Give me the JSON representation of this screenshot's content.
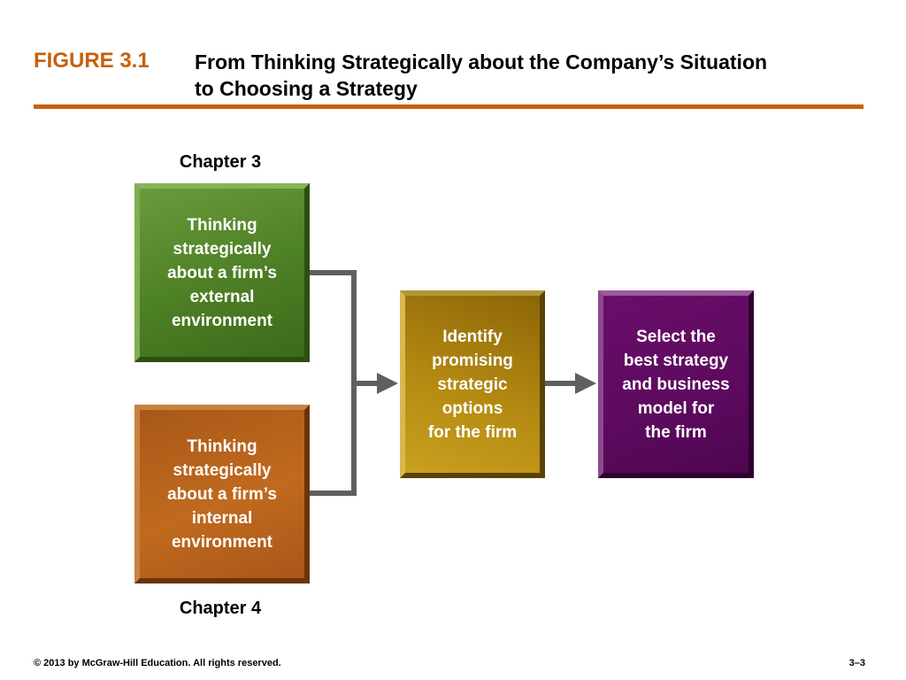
{
  "header": {
    "figure_label": "FIGURE 3.1",
    "title_line1": "From Thinking Strategically about the Company’s Situation",
    "title_line2": "to Choosing a Strategy"
  },
  "diagram": {
    "chapter_top": "Chapter 3",
    "chapter_bottom": "Chapter 4",
    "external_box": "Thinking\nstrategically\nabout a firm’s\nexternal\nenvironment",
    "internal_box": "Thinking\nstrategically\nabout a firm’s\ninternal\nenvironment",
    "identify_box": "Identify\npromising\nstrategic\noptions\nfor the firm",
    "select_box": "Select the\nbest strategy\nand business\nmodel for\nthe firm"
  },
  "footer": {
    "copyright": "© 2013 by McGraw-Hill Education. All rights reserved.",
    "page_number": "3–3"
  },
  "colors": {
    "accent_orange": "#c8600a",
    "external_green": "#4d7f25",
    "internal_orange": "#c06a1e",
    "identify_gold": "#b48a12",
    "select_purple": "#5c0a5e",
    "connector_gray": "#5f5f5f"
  }
}
